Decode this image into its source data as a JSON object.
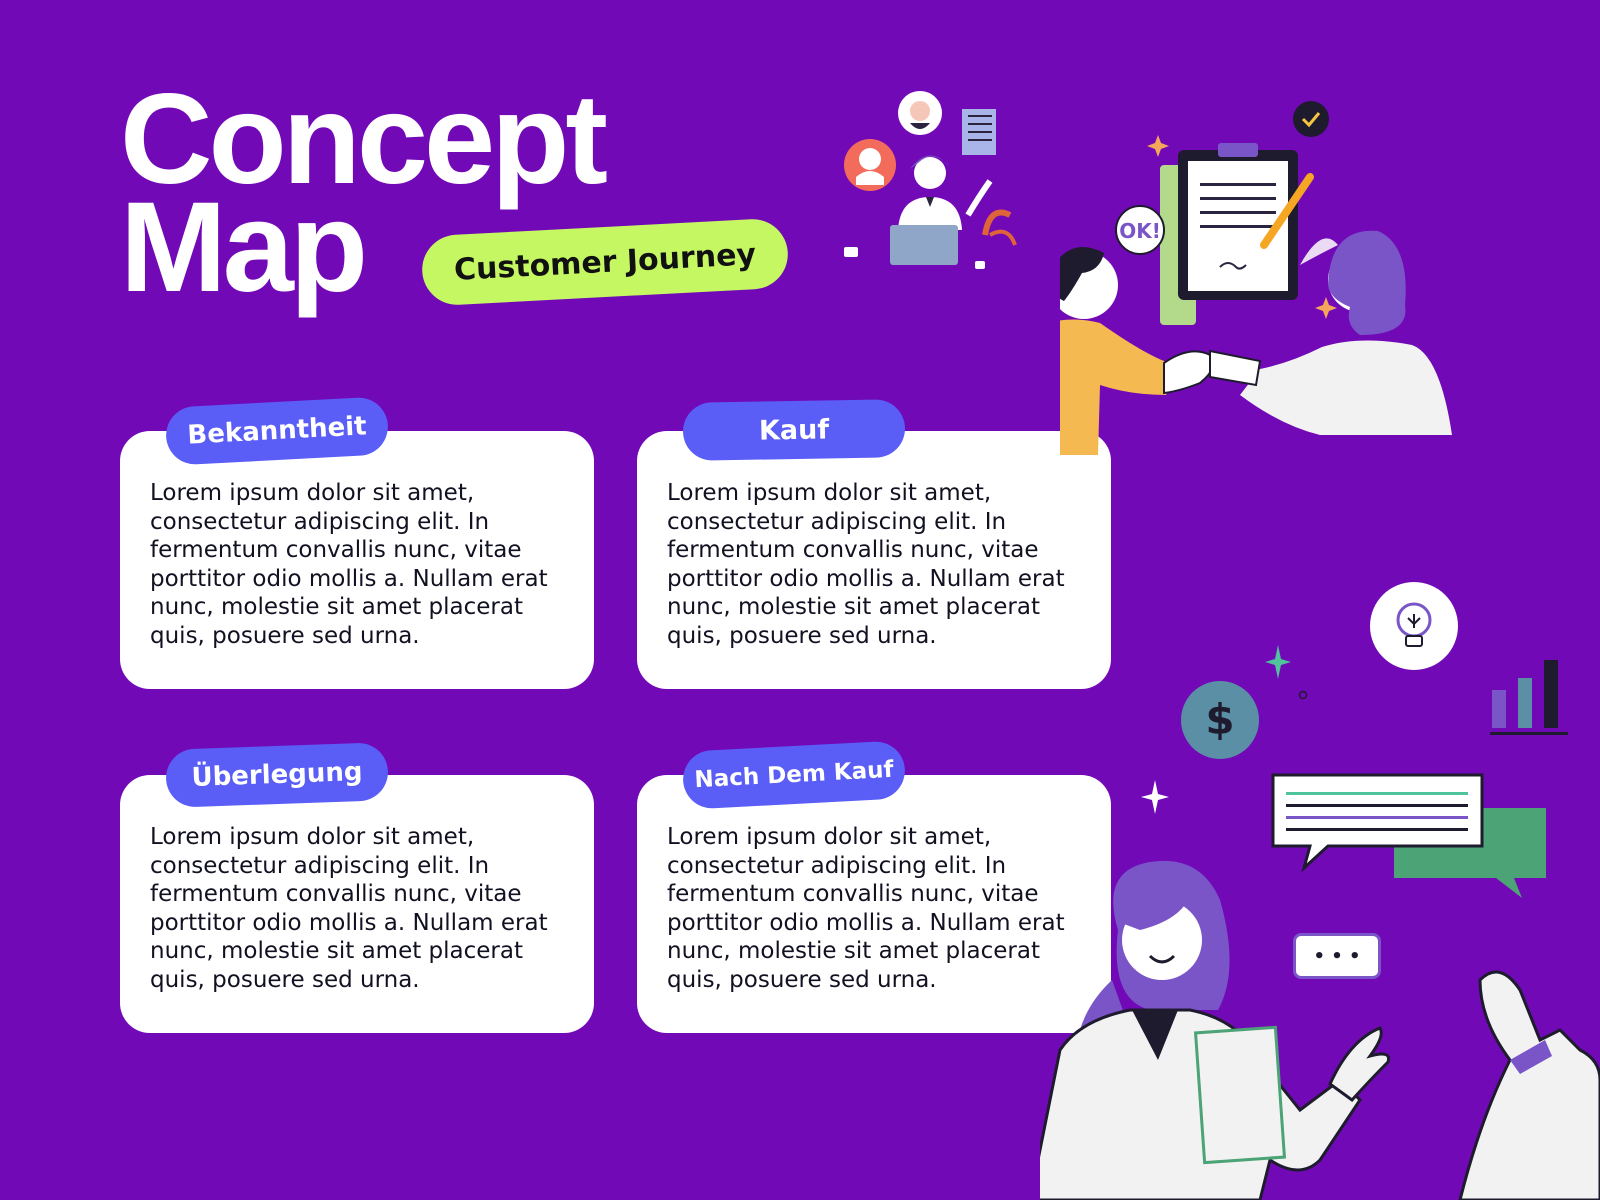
{
  "header": {
    "title_line1": "Concept",
    "title_line2": "Map",
    "tag": "Customer Journey"
  },
  "cards": [
    {
      "label": "Bekanntheit",
      "text": "Lorem ipsum dolor sit amet, consectetur adipiscing elit. In fermentum convallis nunc, vitae porttitor odio mollis a. Nullam erat nunc, molestie sit amet placerat quis, posuere sed urna."
    },
    {
      "label": "Kauf",
      "text": "Lorem ipsum dolor sit amet, consectetur adipiscing elit. In fermentum convallis nunc, vitae porttitor odio mollis a. Nullam erat nunc, molestie sit amet placerat quis, posuere sed urna."
    },
    {
      "label": "Überlegung",
      "text": "Lorem ipsum dolor sit amet, consectetur adipiscing elit. In fermentum convallis nunc, vitae porttitor odio mollis a. Nullam erat nunc, molestie sit amet placerat quis, posuere sed urna."
    },
    {
      "label": "Nach Dem Kauf",
      "text": "Lorem ipsum dolor sit amet, consectetur adipiscing elit. In fermentum convallis nunc, vitae porttitor odio mollis a. Nullam erat nunc, molestie sit amet placerat quis, posuere sed urna."
    }
  ],
  "illustrations": {
    "ok_badge": "OK!",
    "currency_icon": "$",
    "typing_dots": "• • •"
  },
  "colors": {
    "background": "#7209B7",
    "tag": "#C5F763",
    "label": "#5A5EF7",
    "card": "#FFFFFF"
  }
}
